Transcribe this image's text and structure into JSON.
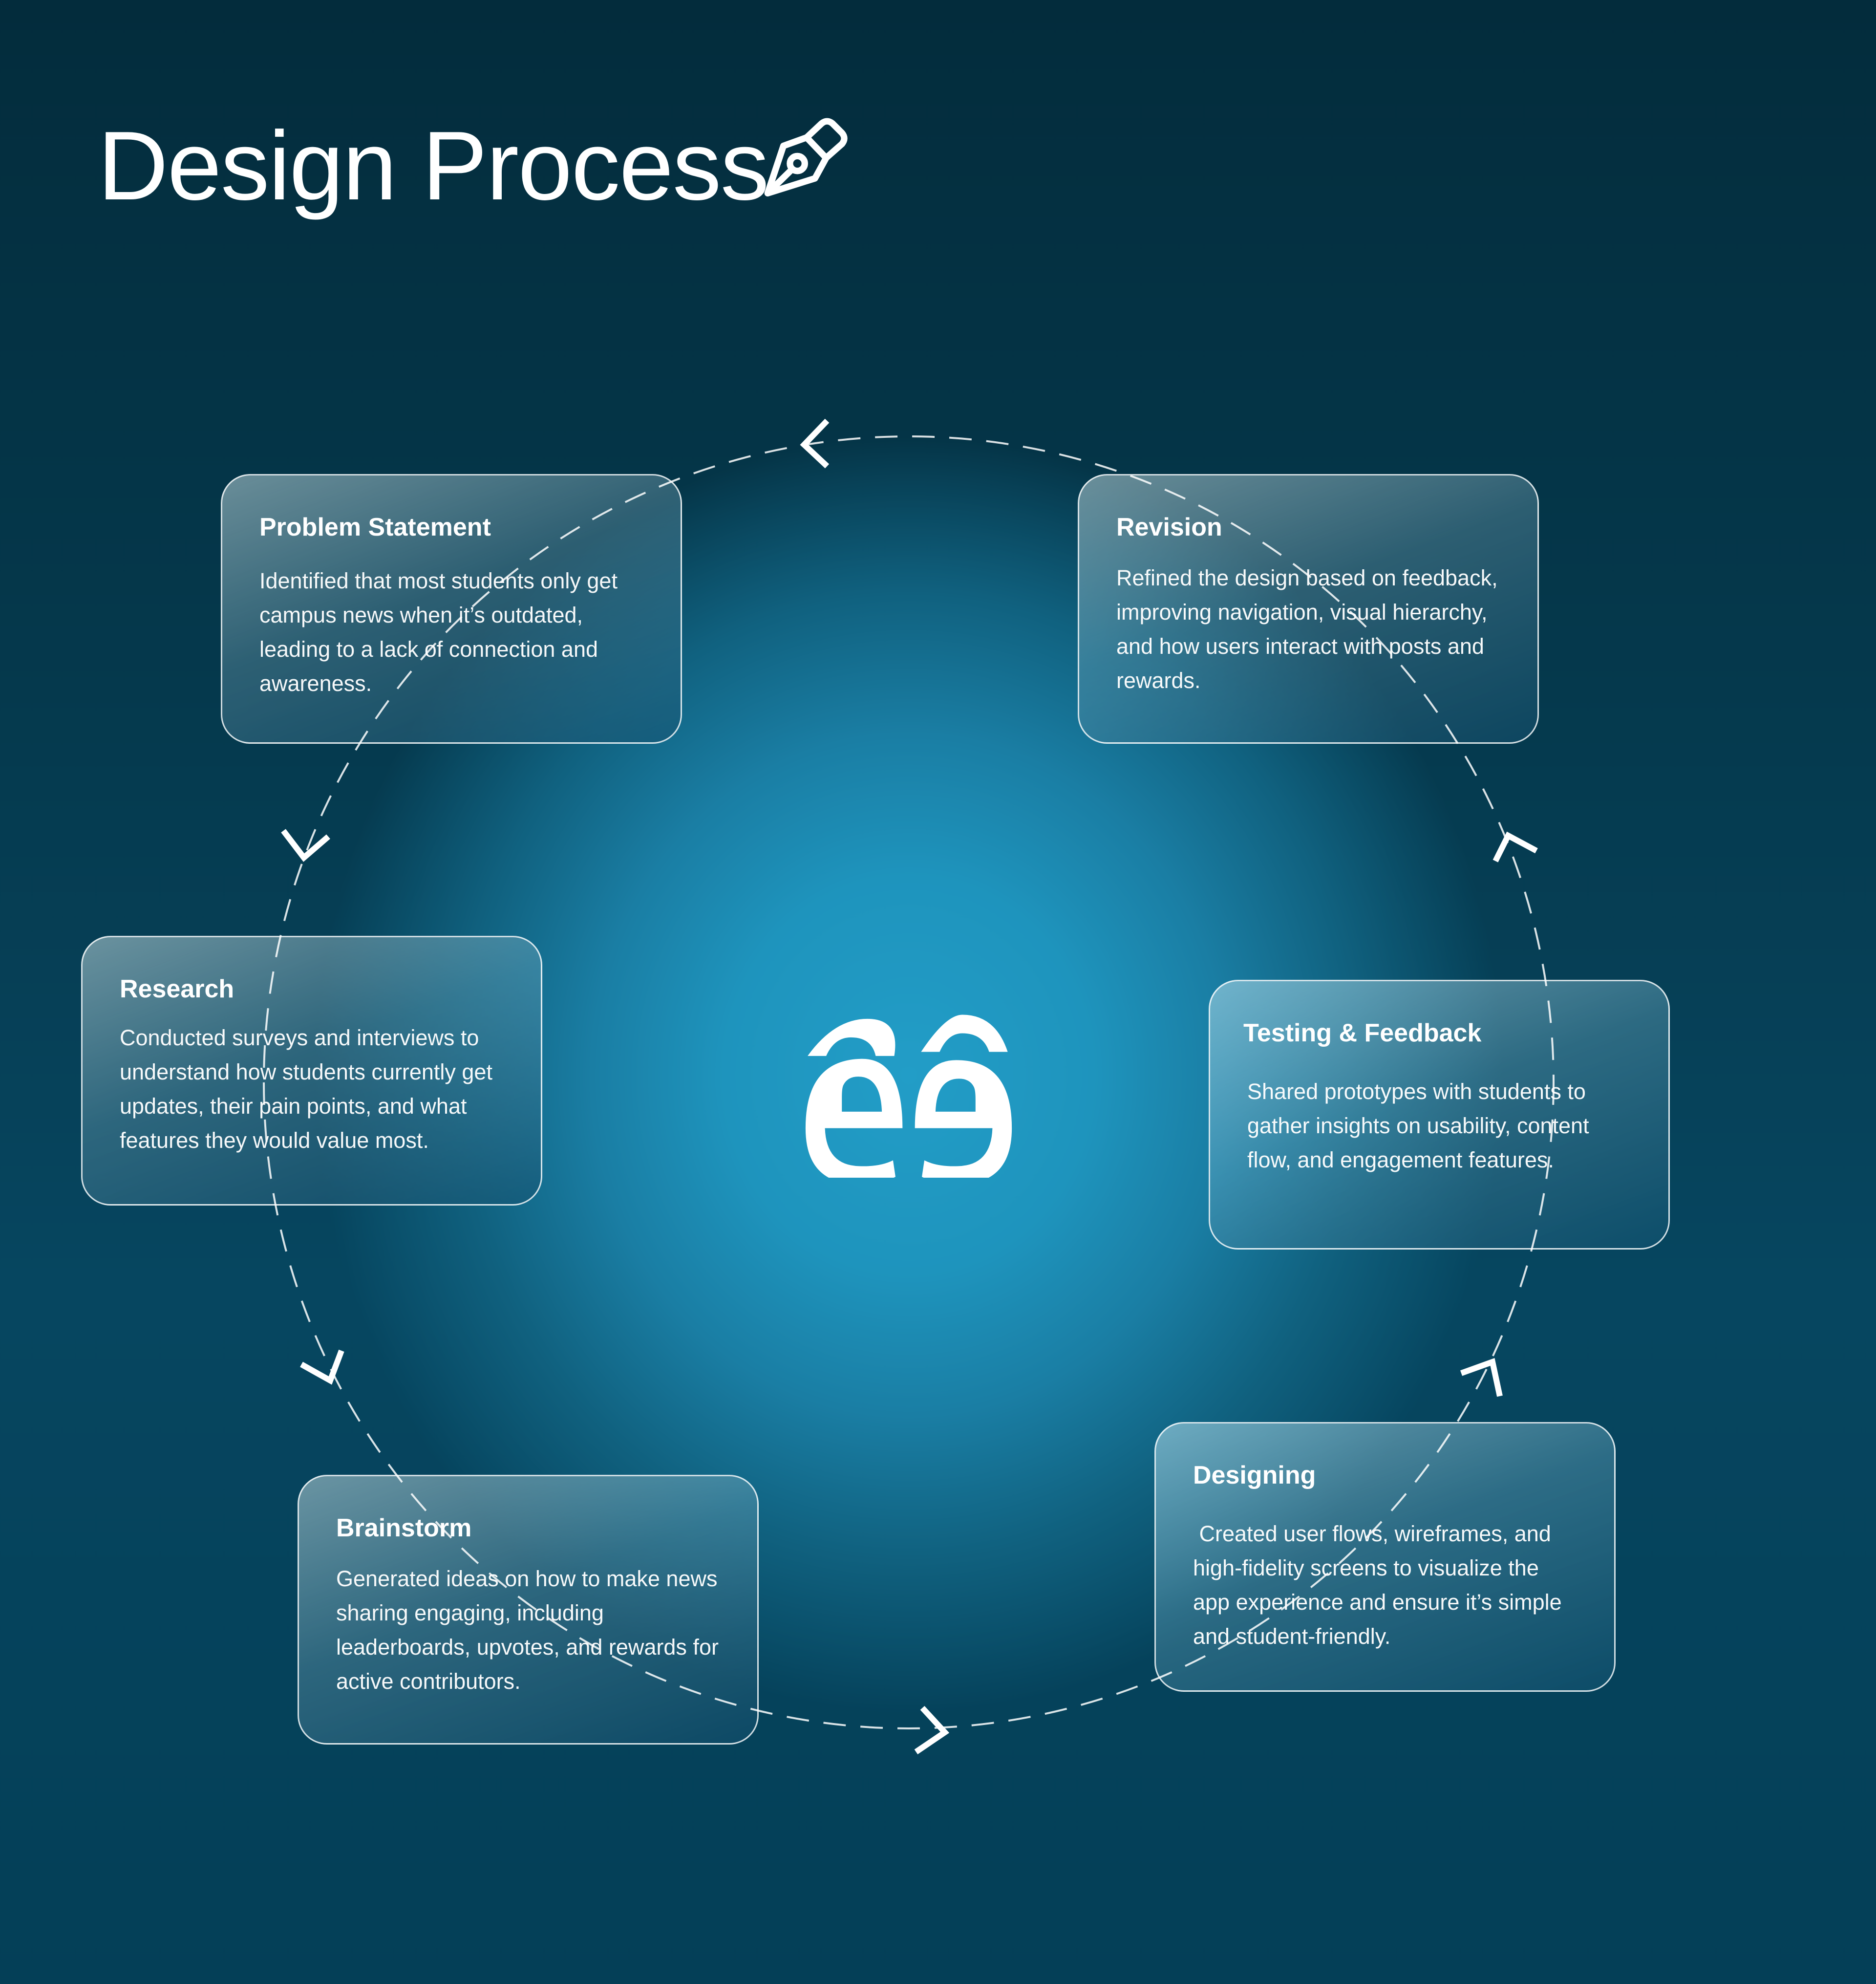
{
  "header": {
    "title": "Design Process",
    "icon": "pen-nib-icon"
  },
  "center_logo": {
    "icon": "ee-logo-icon"
  },
  "flow": {
    "direction": "counter-clockwise",
    "arrows": [
      "arrow-left-top",
      "arrow-down-left",
      "arrow-down-lower-left",
      "arrow-right-bottom",
      "arrow-up-lower-right",
      "arrow-up-right"
    ]
  },
  "steps": [
    {
      "title": "Problem Statement",
      "body": "Identified that most students only get campus news when it’s outdated, leading to a lack of connection and awareness."
    },
    {
      "title": "Research",
      "body": "Conducted surveys and interviews to understand how students currently get updates, their pain points, and what features they would value most."
    },
    {
      "title": "Brainstorm",
      "body": "Generated ideas on how to make news sharing engaging, including leaderboards, upvotes, and rewards for active contributors."
    },
    {
      "title": "Designing",
      "body": " Created user flows, wireframes, and high-fidelity screens to visualize the app experience and ensure it’s simple and student-friendly."
    },
    {
      "title": "Testing & Feedback",
      "body": "Shared prototypes with students to gather insights on usability, content flow, and engagement features."
    },
    {
      "title": "Revision",
      "body": "Refined the design based on feedback, improving navigation, visual hierarchy, and how users interact with posts and rewards."
    }
  ],
  "colors": {
    "background_dark": "#032c3c",
    "glow_center": "#229dc7",
    "text": "#ffffff",
    "card_border": "#ffffff"
  }
}
